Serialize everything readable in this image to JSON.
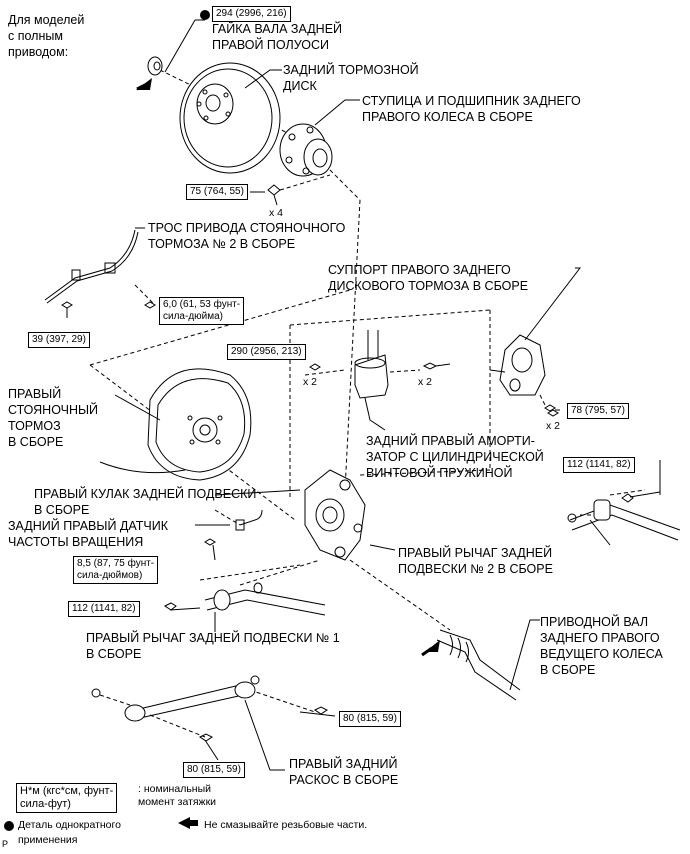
{
  "intro": [
    "Для моделей",
    "с полным",
    "приводом:"
  ],
  "parts": {
    "axle_nut": [
      "ГАЙКА ВАЛА ЗАДНЕЙ",
      "ПРАВОЙ ПОЛУОСИ"
    ],
    "brake_disc": [
      "ЗАДНИЙ ТОРМОЗНОЙ",
      "ДИСК"
    ],
    "hub_bearing": [
      "СТУПИЦА И ПОДШИПНИК ЗАДНЕГО",
      "ПРАВОГО КОЛЕСА В СБОРЕ"
    ],
    "parking_cable": [
      "ТРОС ПРИВОДА СТОЯНОЧНОГО",
      "ТОРМОЗА № 2 В СБОРЕ"
    ],
    "caliper": [
      "СУППОРТ ПРАВОГО ЗАДНЕГО",
      "ДИСКОВОГО ТОРМОЗА В СБОРЕ"
    ],
    "parking_brake": [
      "ПРАВЫЙ",
      "СТОЯНОЧНЫЙ",
      "ТОРМОЗ",
      "В СБОРЕ"
    ],
    "shock_absorber": [
      "ЗАДНИЙ ПРАВЫЙ АМОРТИ-",
      "ЗАТОР С ЦИЛИНДРИЧЕСКОЙ",
      "ВИНТОВОЙ ПРУЖИНОЙ"
    ],
    "knuckle": [
      "ПРАВЫЙ КУЛАК ЗАДНЕЙ ПОДВЕСКИ",
      "В СБОРЕ"
    ],
    "speed_sensor": [
      "ЗАДНИЙ ПРАВЫЙ ДАТЧИК",
      "ЧАСТОТЫ ВРАЩЕНИЯ"
    ],
    "arm_no2": [
      "ПРАВЫЙ РЫЧАГ ЗАДНЕЙ",
      "ПОДВЕСКИ № 2 В СБОРЕ"
    ],
    "arm_no1": [
      "ПРАВЫЙ РЫЧАГ ЗАДНЕЙ ПОДВЕСКИ № 1",
      "В СБОРЕ"
    ],
    "drive_shaft": [
      "ПРИВОДНОЙ ВАЛ",
      "ЗАДНЕГО ПРАВОГО",
      "ВЕДУЩЕГО КОЛЕСА",
      "В СБОРЕ"
    ],
    "strut_rod": [
      "ПРАВЫЙ ЗАДНИЙ",
      "РАСКОС В СБОРЕ"
    ]
  },
  "torques": {
    "t294": "294 (2996, 216)",
    "t75": "75 (764, 55)",
    "t6": [
      "6,0 (61, 53 фунт-",
      "сила-дюйма)"
    ],
    "t39": "39 (397, 29)",
    "t290": "290 (2956, 213)",
    "t78": "78 (795, 57)",
    "t112_right": "112 (1141, 82)",
    "t8_5": [
      "8,5 (87, 75 фунт-",
      "сила-дюймов)"
    ],
    "t112_left": "112 (1141, 82)",
    "t80_right": "80 (815, 59)",
    "t80_left": "80 (815, 59)"
  },
  "quantities": {
    "x4": "x 4",
    "x2_a": "x 2",
    "x2_b": "x 2",
    "x2_c": "x 2"
  },
  "legend": {
    "unit_box": [
      "Н*м (кгс*см, фунт-",
      "сила-фут)"
    ],
    "unit_desc": [
      ": номинальный",
      "момент затяжки"
    ],
    "single_use": [
      "Деталь однократного",
      "применения"
    ],
    "no_grease": "Не смазывайте резьбовые части."
  },
  "corner_mark": "P"
}
